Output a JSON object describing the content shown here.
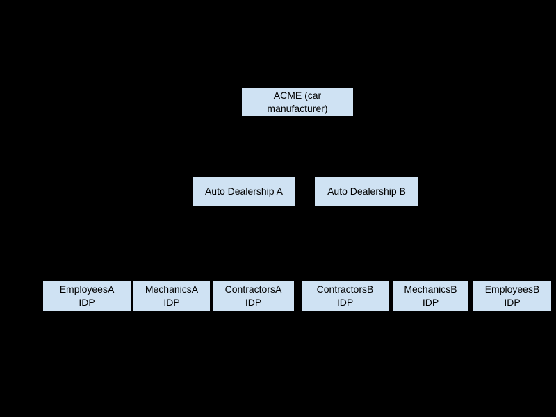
{
  "diagram": {
    "type": "hierarchy",
    "background_color": "#000000",
    "node_fill_color": "#cfe2f3",
    "node_text_color": "#000000",
    "connectors_visible": false,
    "hierarchy": {
      "root": "ACME (car manufacturer)",
      "children": [
        {
          "name": "Auto Dealership A",
          "children": [
            "EmployeesA IDP",
            "MechanicsA IDP",
            "ContractorsA IDP"
          ]
        },
        {
          "name": "Auto Dealership B",
          "children": [
            "ContractorsB IDP",
            "MechanicsB IDP",
            "EmployeesB IDP"
          ]
        }
      ]
    }
  },
  "nodes": {
    "acme": {
      "label": "ACME (car manufacturer)",
      "lines": [
        "ACME (car",
        "manufacturer)"
      ]
    },
    "dealership_a": {
      "label": "Auto Dealership A",
      "lines": [
        "Auto Dealership A"
      ]
    },
    "dealership_b": {
      "label": "Auto Dealership B",
      "lines": [
        "Auto Dealership B"
      ]
    },
    "employees_a": {
      "label": "EmployeesA IDP",
      "lines": [
        "EmployeesA",
        "IDP"
      ]
    },
    "mechanics_a": {
      "label": "MechanicsA IDP",
      "lines": [
        "MechanicsA",
        "IDP"
      ]
    },
    "contractors_a": {
      "label": "ContractorsA IDP",
      "lines": [
        "ContractorsA",
        "IDP"
      ]
    },
    "contractors_b": {
      "label": "ContractorsB IDP",
      "lines": [
        "ContractorsB",
        "IDP"
      ]
    },
    "mechanics_b": {
      "label": "MechanicsB IDP",
      "lines": [
        "MechanicsB",
        "IDP"
      ]
    },
    "employees_b": {
      "label": "EmployeesB IDP",
      "lines": [
        "EmployeesB",
        "IDP"
      ]
    }
  }
}
